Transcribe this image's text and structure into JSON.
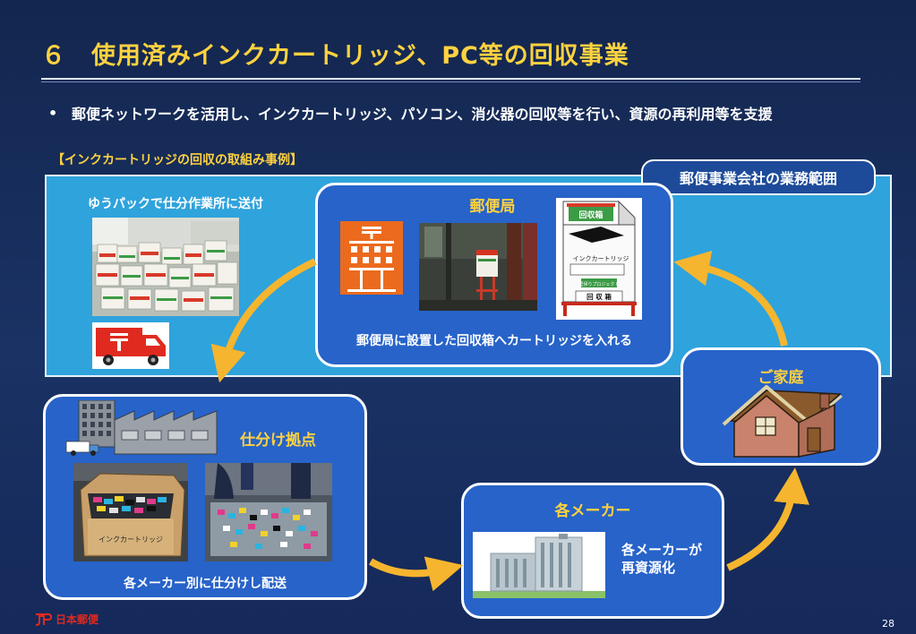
{
  "slide": {
    "title": "６　使用済みインクカートリッジ、PC等の回収事業",
    "bullet_text": "郵便ネットワークを活用し、インクカートリッジ、パソコン、消火器の回収等を行い、資源の再利用等を支援",
    "subheading": "【インクカートリッジの回収の取組み事例】",
    "page_number": "28"
  },
  "scope_label": "郵便事業会社の業務範囲",
  "yupack_label": "ゆうパックで仕分作業所に送付",
  "post_office": {
    "title": "郵便局",
    "caption": "郵便局に設置した回収箱へカートリッジを入れる",
    "bin_labels": [
      "回収箱",
      "インクカートリッジ",
      "回 収 箱",
      "里帰りプロジェクト"
    ]
  },
  "home": {
    "title": "ご家庭"
  },
  "sorting": {
    "title": "仕分け拠点",
    "caption": "各メーカー別に仕分けし配送",
    "box_label": "インクカートリッジ"
  },
  "maker": {
    "title": "各メーカー",
    "text_line1": "各メーカーが",
    "text_line2": "再資源化"
  },
  "logo_text": "日本郵便",
  "colors": {
    "title": "#ffd23f",
    "scope_bg": "#2fa3dc",
    "card_bg": "#2763c9",
    "arrow": "#f5b52e",
    "background": "#1a3264"
  }
}
